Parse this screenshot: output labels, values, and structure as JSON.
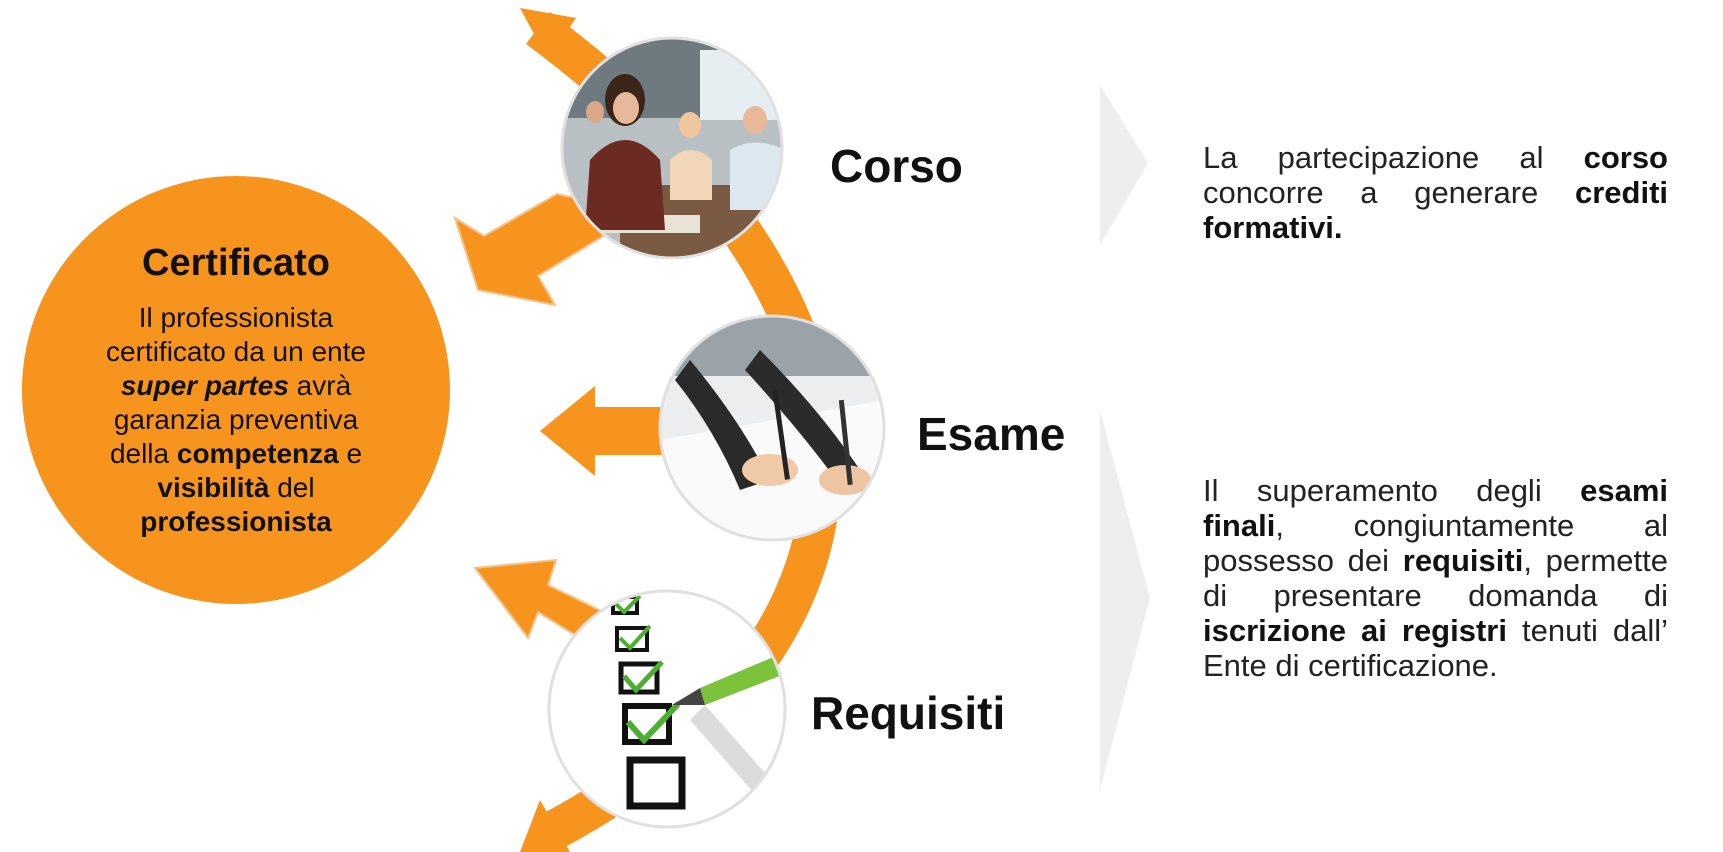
{
  "certificate": {
    "title": "Certificato",
    "desc_1": "Il professionista certificato da un ente ",
    "desc_super": "super partes",
    "desc_2": " avrà garanzia preventiva della ",
    "desc_comp": "competenza",
    "desc_3": " e ",
    "desc_vis": "visibilità",
    "desc_4": " del ",
    "desc_prof": "professionista"
  },
  "steps": [
    {
      "label": "Corso",
      "image": "classroom-photo"
    },
    {
      "label": "Esame",
      "image": "exam-writing-photo"
    },
    {
      "label": "Requisiti",
      "image": "checklist-photo"
    }
  ],
  "descriptions": {
    "corso": {
      "t1": "La partecipazione al ",
      "b1": "corso",
      "t2": " concorre a generare ",
      "b2": "crediti formativi."
    },
    "esame": {
      "t1": "Il superamento degli ",
      "b1": "esami finali",
      "t2": ", congiuntamente al possesso dei ",
      "b2": "requisiti",
      "t3": ", permette di presentare domanda di ",
      "b3": "iscrizione ai registri",
      "t4": " tenuti dall’ Ente di certificazione."
    }
  },
  "colors": {
    "accent": "#F7941D",
    "chevron": "#EEEEEE",
    "text": "#111111"
  }
}
